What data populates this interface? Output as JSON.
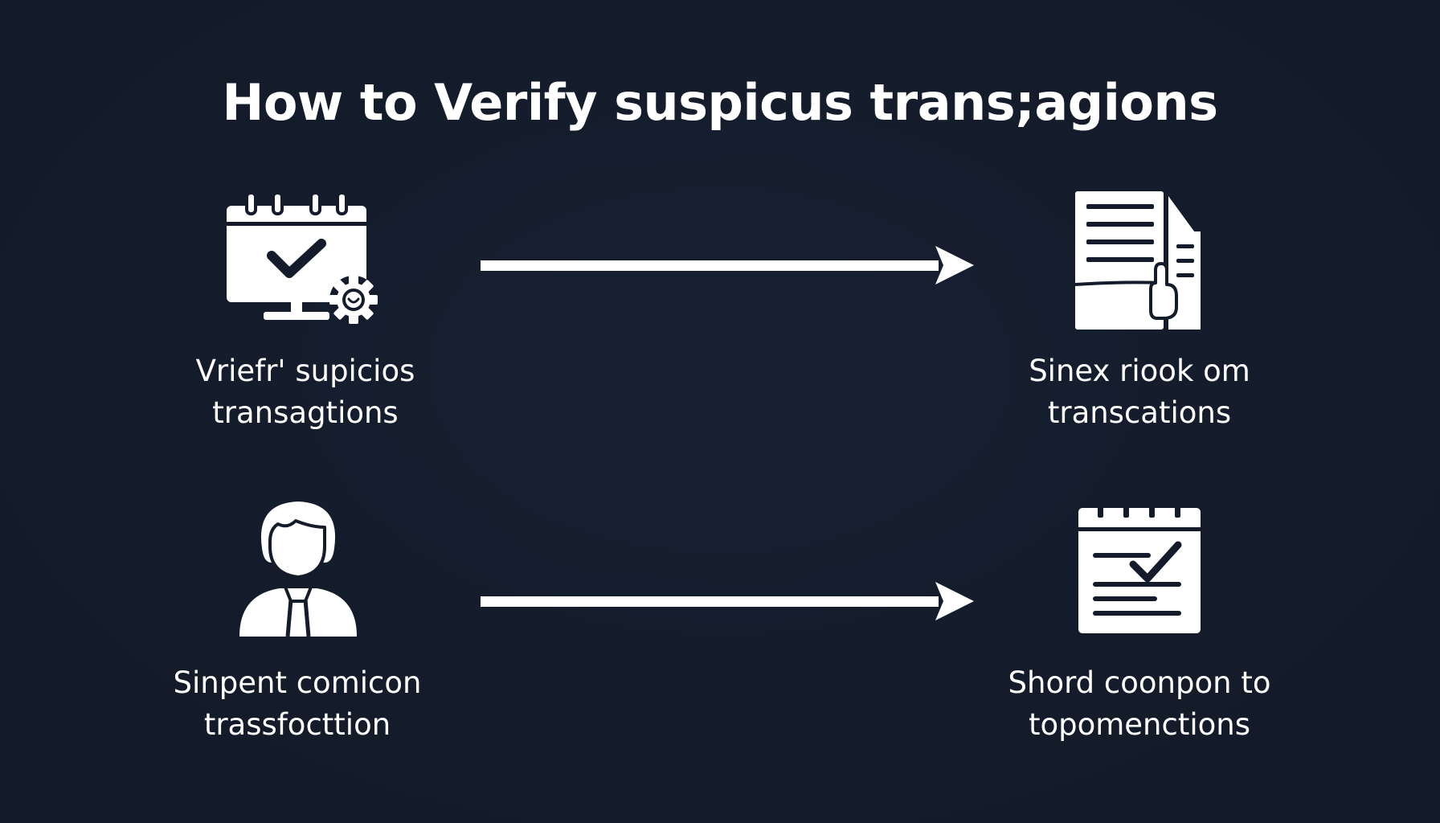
{
  "title": "How to Verify suspicus trans;agions",
  "colors": {
    "background": "#141c2b",
    "foreground": "#ffffff"
  },
  "items": [
    {
      "position": "top-left",
      "icon": "calendar-monitor-check-gear-icon",
      "label_lines": [
        "Vriefr' supicios",
        "transagtions"
      ]
    },
    {
      "position": "top-right",
      "icon": "document-hand-pointer-icon",
      "label_lines": [
        "Sinex riook om",
        "transcations"
      ]
    },
    {
      "position": "bottom-left",
      "icon": "businessperson-icon",
      "label_lines": [
        "Sinpent comicon",
        "trassfocttion"
      ]
    },
    {
      "position": "bottom-right",
      "icon": "calendar-checklist-icon",
      "label_lines": [
        "Shord coonpon to",
        "topomenctions"
      ]
    }
  ],
  "arrows": [
    {
      "from": "top-left",
      "to": "top-right",
      "direction": "right"
    },
    {
      "from": "bottom-left",
      "to": "bottom-right",
      "direction": "right"
    }
  ]
}
